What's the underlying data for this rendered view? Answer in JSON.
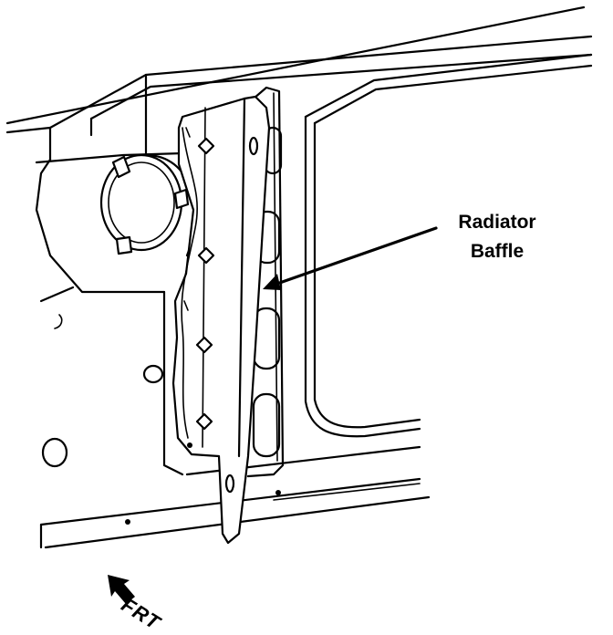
{
  "callout": {
    "line1": "Radiator",
    "line2": "Baffle"
  },
  "direction_label": "FRT",
  "icons": {
    "direction_arrow": "front-direction-arrow-icon"
  }
}
